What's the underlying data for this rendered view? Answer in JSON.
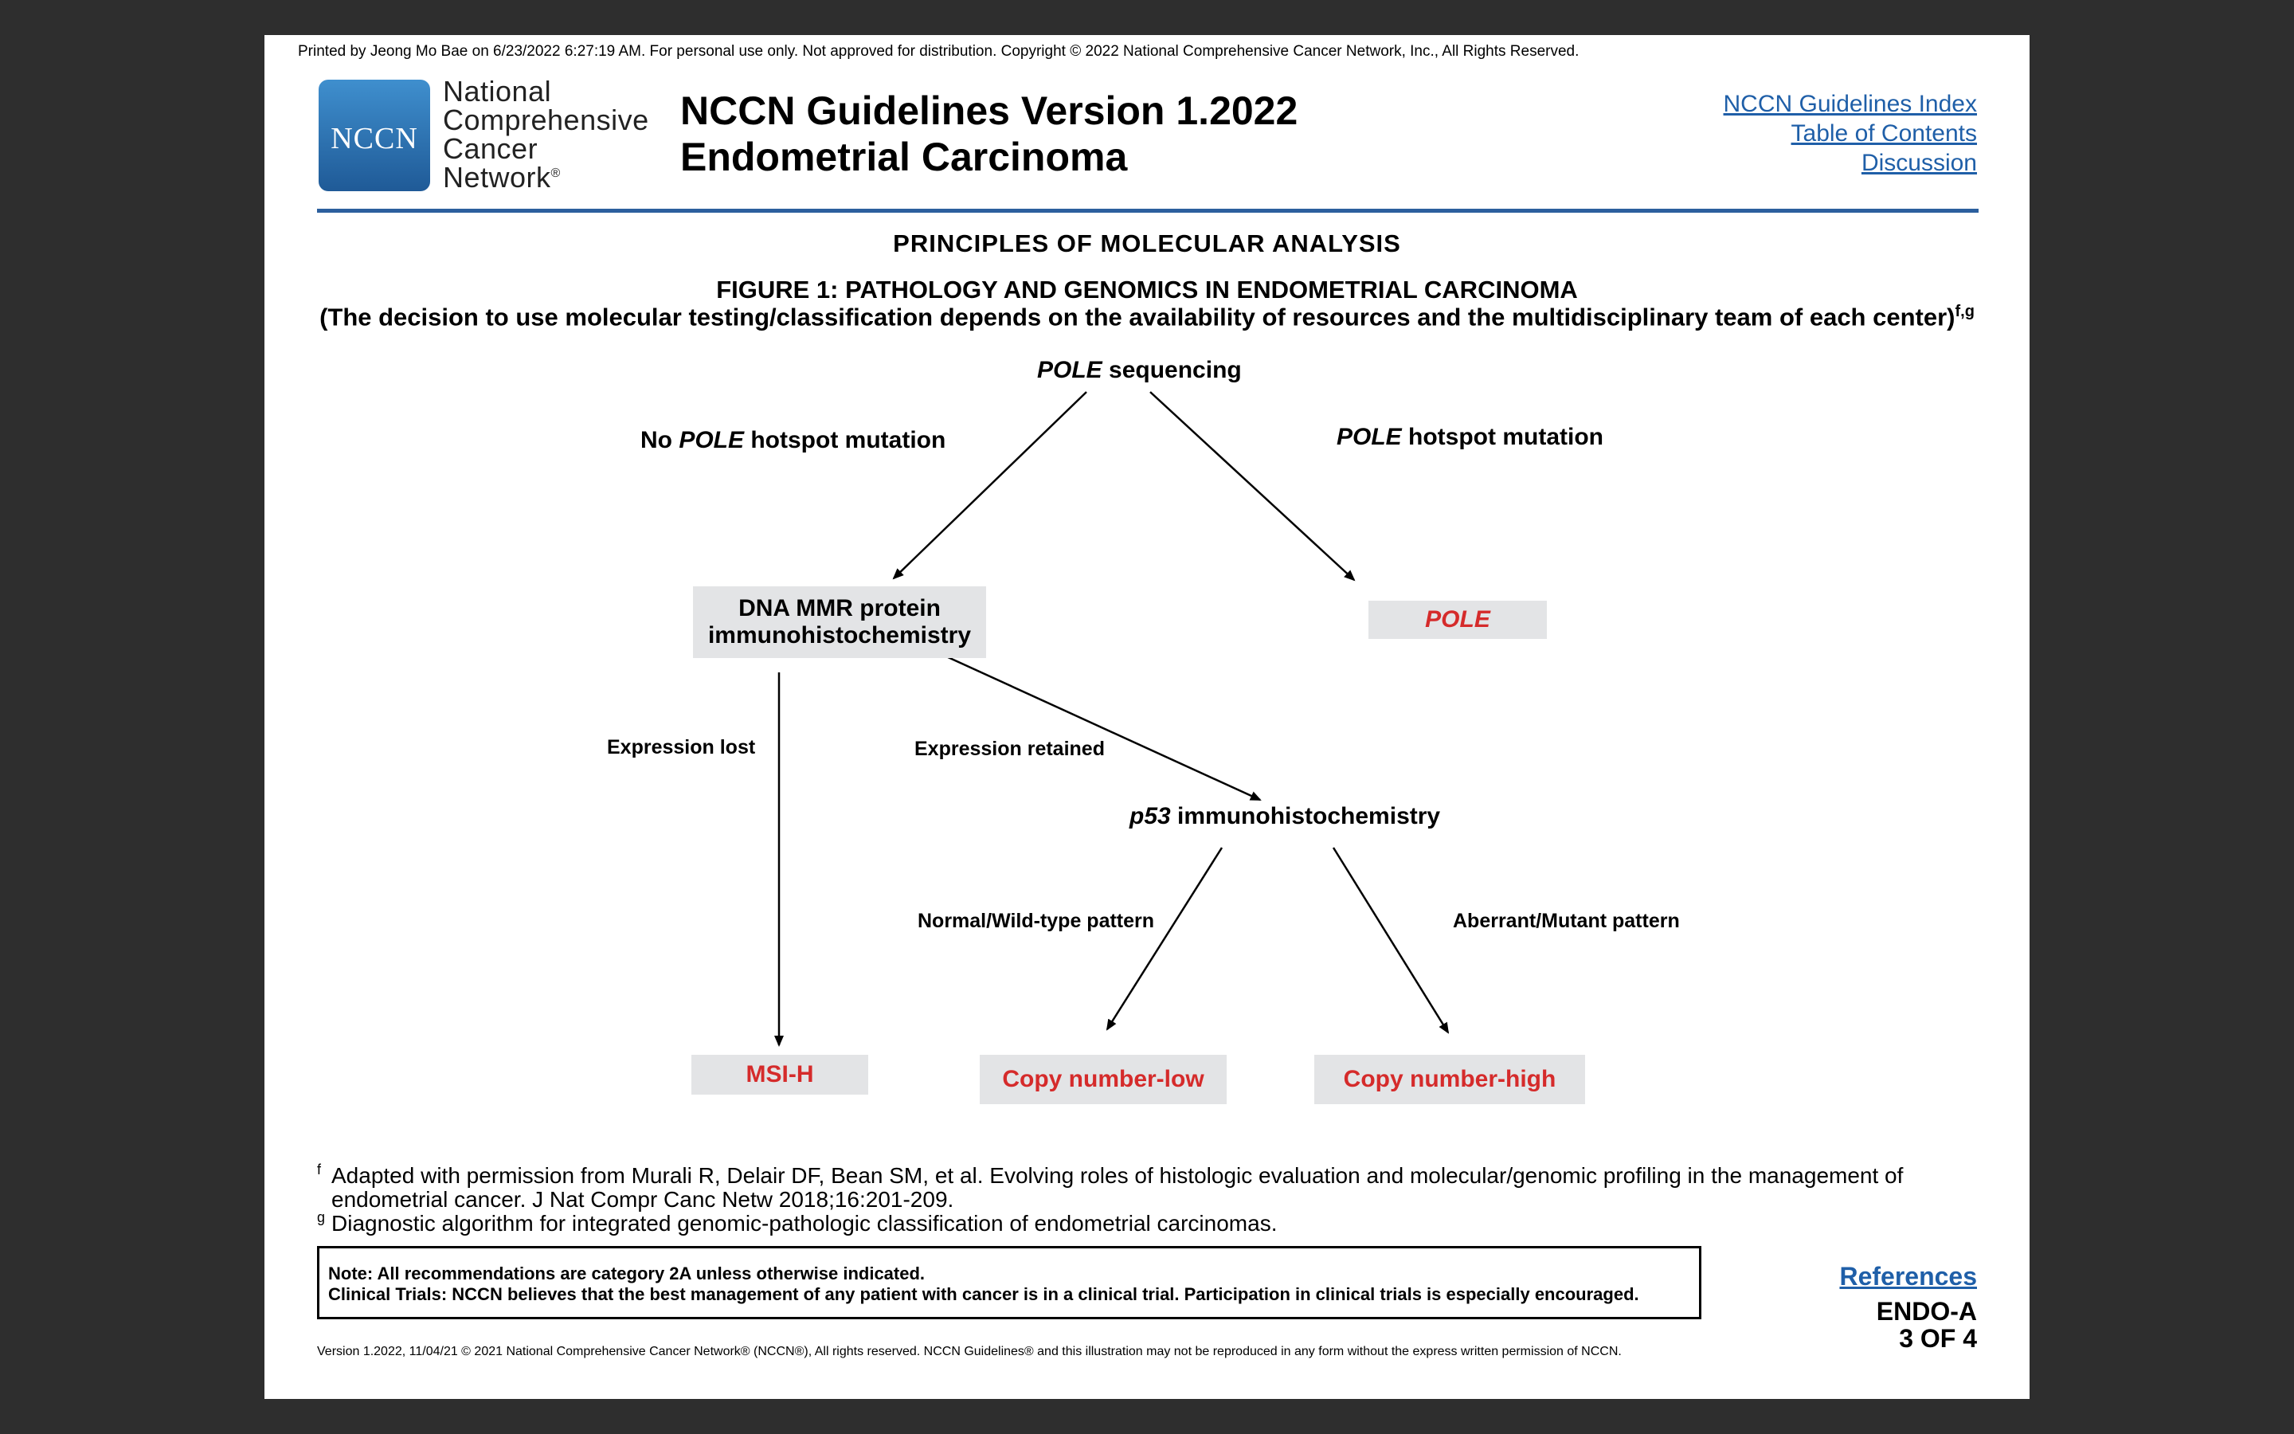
{
  "printed_by": "Printed by Jeong Mo Bae on 6/23/2022 6:27:19 AM. For personal use only. Not approved for distribution. Copyright © 2022 National Comprehensive Cancer Network, Inc., All Rights Reserved.",
  "logo": {
    "abbr": "NCCN",
    "lines": [
      "National",
      "Comprehensive",
      "Cancer",
      "Network"
    ],
    "registered": "®"
  },
  "header": {
    "title_line1": "NCCN Guidelines Version 1.2022",
    "title_line2": "Endometrial Carcinoma"
  },
  "nav": {
    "index": "NCCN Guidelines Index",
    "toc": "Table of Contents",
    "discussion": "Discussion"
  },
  "section_title": "PRINCIPLES OF MOLECULAR ANALYSIS",
  "figure": {
    "title": "FIGURE 1: PATHOLOGY AND GENOMICS IN ENDOMETRIAL CARCINOMA",
    "subtitle": "(The decision to use molecular testing/classification depends on the availability of resources and the multidisciplinary team of each center)",
    "subtitle_sup": "f,g"
  },
  "flow": {
    "root_italic": "POLE",
    "root_rest": " sequencing",
    "left_branch_pre": "No ",
    "left_branch_italic": "POLE",
    "left_branch_post": " hotspot mutation",
    "right_branch_italic": "POLE",
    "right_branch_post": " hotspot mutation",
    "mmr_line1": "DNA MMR protein",
    "mmr_line2": "immunohistochemistry",
    "pole_result": "POLE",
    "expression_lost": "Expression lost",
    "expression_retained": "Expression retained",
    "p53_italic": "p53",
    "p53_rest": " immunohistochemistry",
    "normal_pattern": "Normal/Wild-type pattern",
    "aberrant_pattern": "Aberrant/Mutant pattern",
    "msi_result": "MSI-H",
    "cn_low_result": "Copy number-low",
    "cn_high_result": "Copy number-high"
  },
  "footnotes": {
    "f_mark": "f",
    "f_line1": "Adapted with permission from Murali R, Delair DF, Bean SM, et al. Evolving roles of histologic evaluation and molecular/genomic profiling in the management of",
    "f_line2": "endometrial cancer. J Nat Compr Canc Netw 2018;16:201-209.",
    "g_mark": "g",
    "g_line": "Diagnostic algorithm for integrated genomic-pathologic classification of endometrial carcinomas."
  },
  "note": {
    "line1": "Note:  All recommendations are category 2A unless otherwise indicated.",
    "line2": "Clinical Trials:  NCCN believes that the best management of any patient with cancer is in a clinical trial.  Participation in clinical trials is especially encouraged."
  },
  "references": "References",
  "page_id": {
    "code": "ENDO-A",
    "page": "3 OF 4"
  },
  "version_line": "Version 1.2022, 11/04/21 © 2021 National Comprehensive Cancer Network® (NCCN®), All rights reserved. NCCN Guidelines® and this illustration may not be reproduced in any form without the express written permission of NCCN.",
  "colors": {
    "background": "#2e2e2e",
    "rule": "#2c5f9e",
    "link": "#1f5fa8",
    "result_red": "#d52b2b",
    "box_gray": "#e3e4e6"
  }
}
